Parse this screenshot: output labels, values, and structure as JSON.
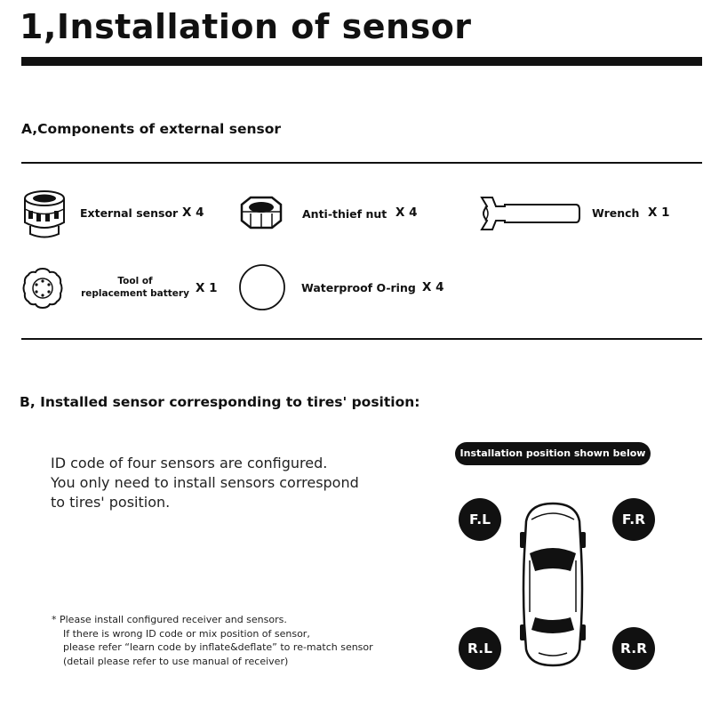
{
  "title": "1,Installation of sensor",
  "section_a": {
    "heading": "A,Components of external sensor",
    "components": [
      {
        "label": "External sensor",
        "qty": "X 4",
        "icon": "external-sensor-icon"
      },
      {
        "label": "Anti-thief nut",
        "qty": "X 4",
        "icon": "hex-nut-icon"
      },
      {
        "label": "Wrench",
        "qty": "X 1",
        "icon": "wrench-icon"
      },
      {
        "label_line1": "Tool of",
        "label_line2": "replacement battery",
        "qty": "X 1",
        "icon": "battery-tool-icon"
      },
      {
        "label": "Waterproof O-ring",
        "qty": "X 4",
        "icon": "o-ring-icon"
      }
    ]
  },
  "section_b": {
    "heading": "B, Installed sensor corresponding to tires' position:",
    "description": [
      "ID code of four sensors are configured.",
      "You only need to install sensors correspond",
      "to tires' position."
    ],
    "badge": "Installation position shown below",
    "tires": {
      "fl": "F.L",
      "fr": "F.R",
      "rl": "R.L",
      "rr": "R.R"
    },
    "note": [
      "*  Please install configured receiver and sensors.",
      "If there is wrong ID code or mix position of sensor,",
      "please refer “learn code by inflate&deflate”  to re-match sensor",
      "(detail please refer to use manual of receiver)"
    ]
  }
}
